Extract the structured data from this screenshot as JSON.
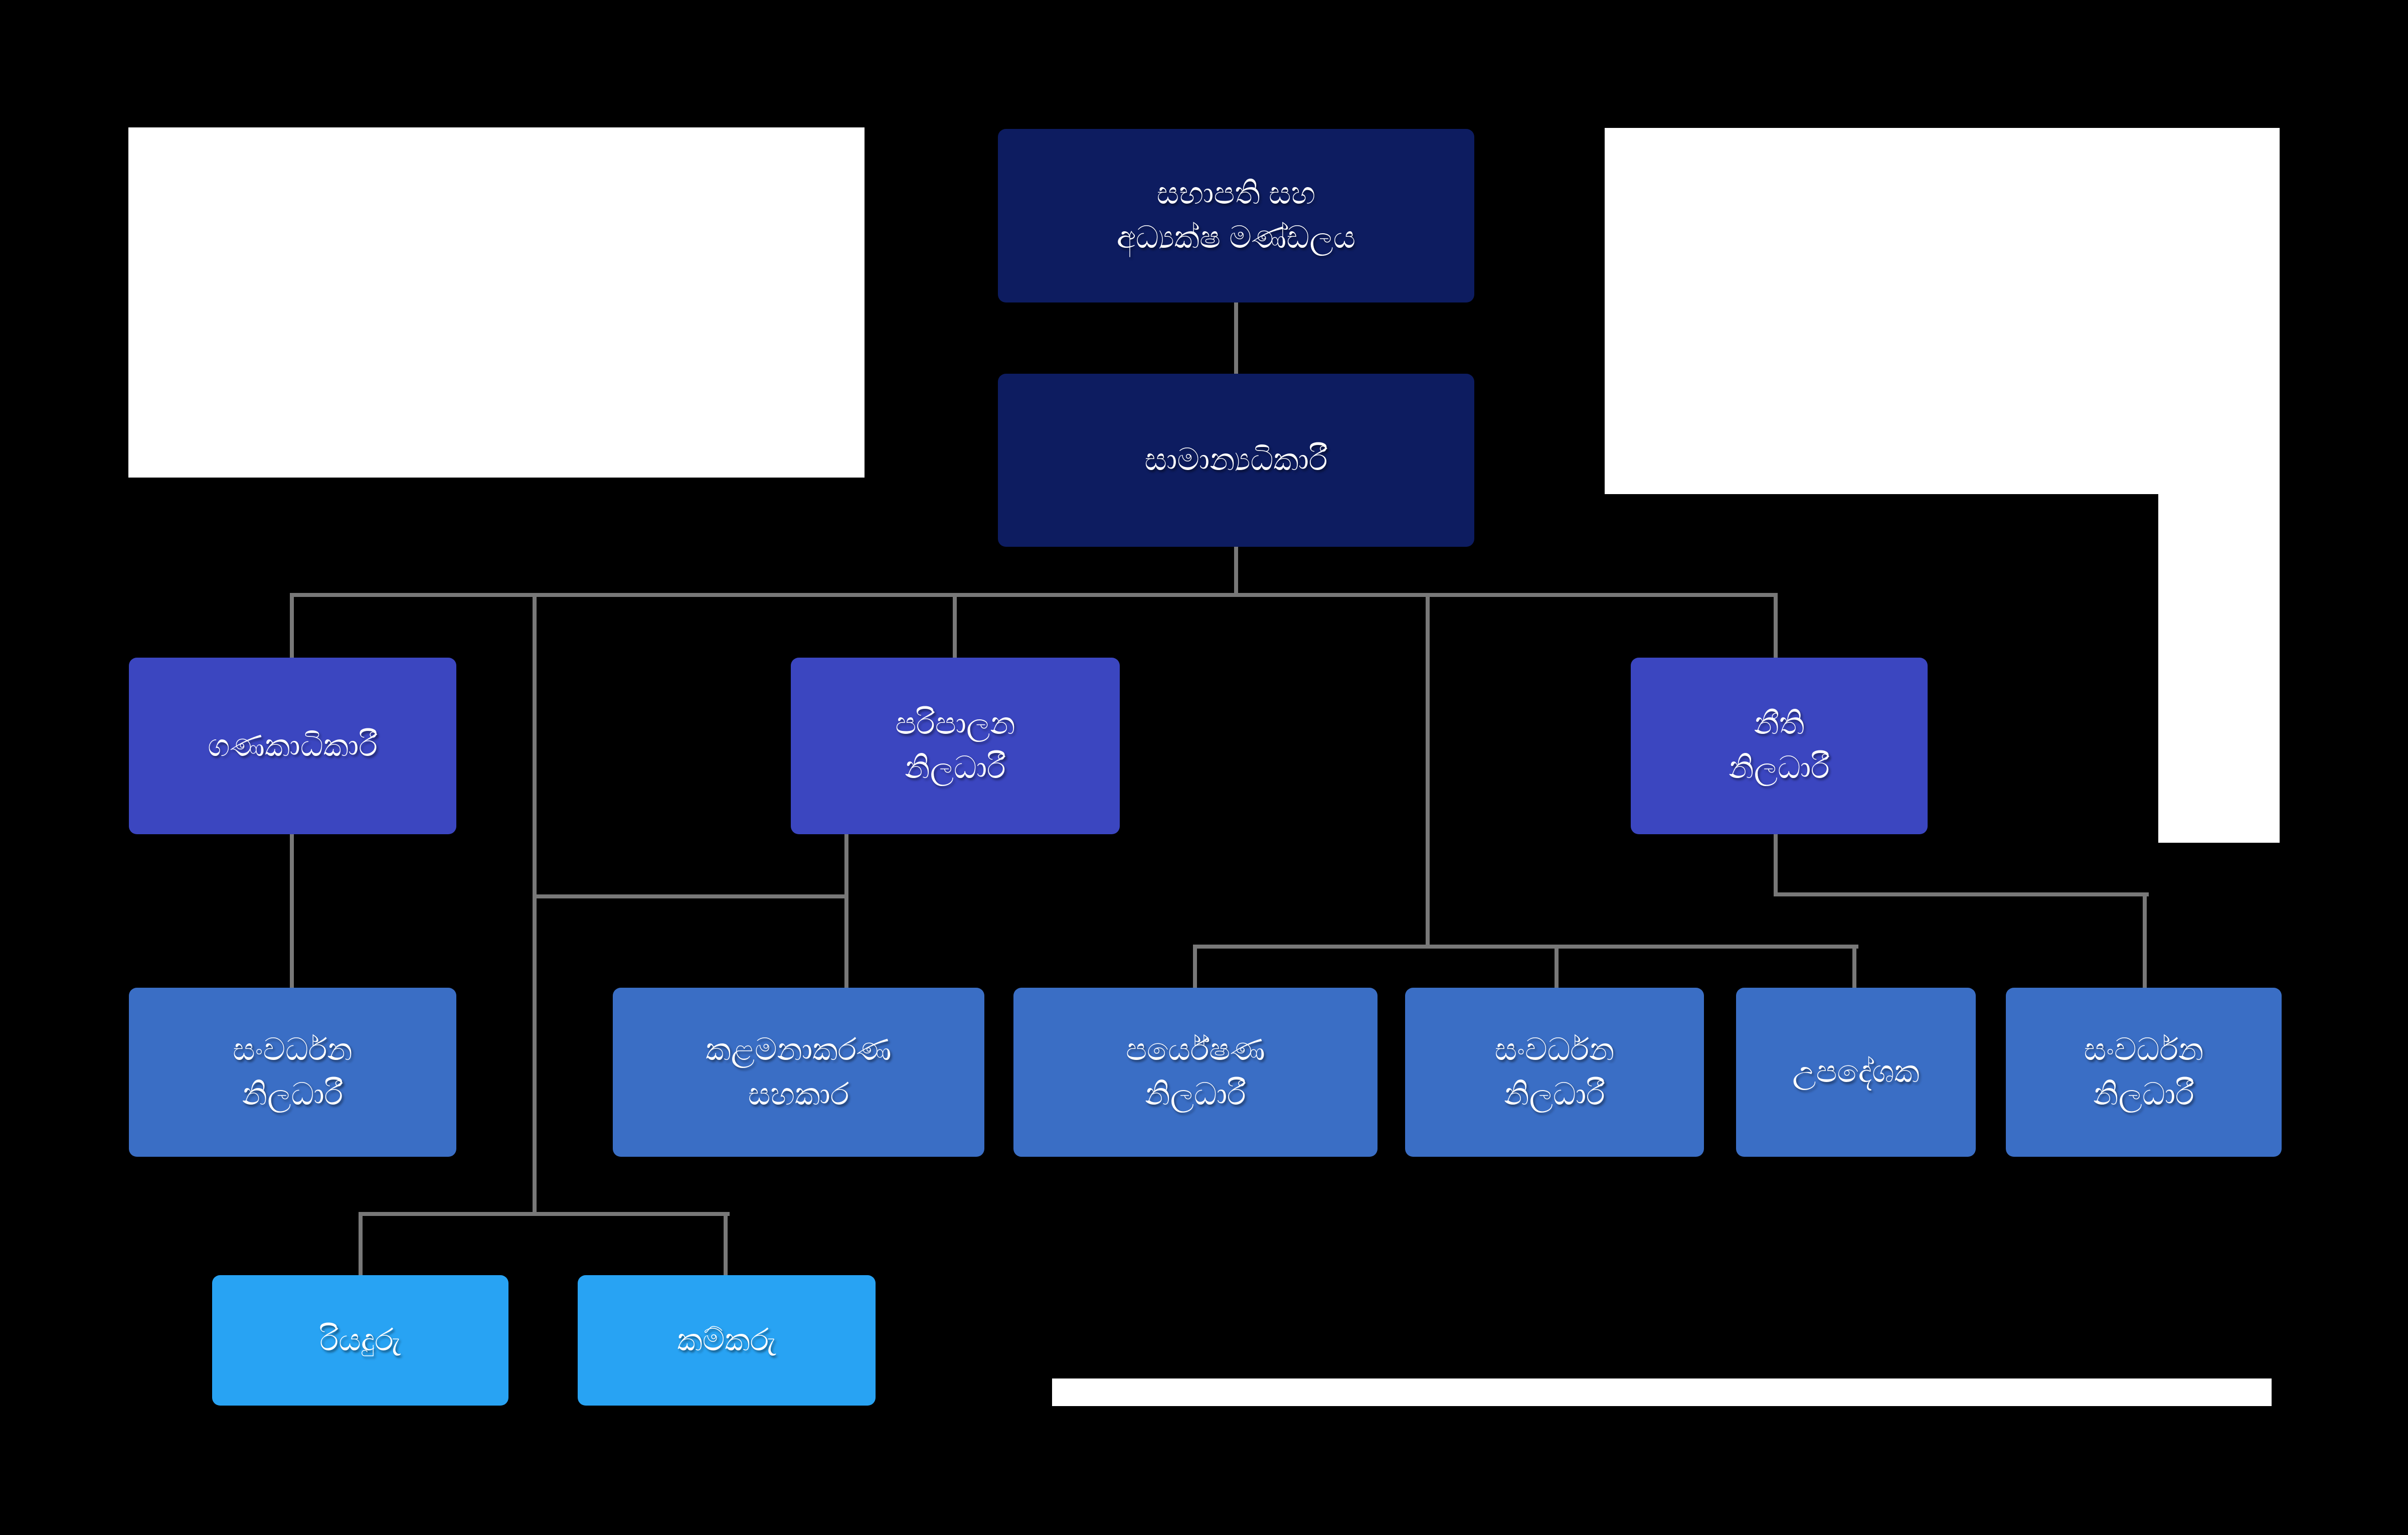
{
  "chart_title": "organization-structure-diagram",
  "colors": {
    "background": "#000000",
    "navy": "#0d1c60",
    "violet": "#3b46c0",
    "blue": "#3a6ec5",
    "lightblue": "#28a3f3",
    "line": "#787878",
    "text": "#ffffff",
    "panel": "#ffffff"
  },
  "nodes": [
    {
      "id": "chairman",
      "label": "සභාපති සහ\nඅධ්‍යක්ෂ මණ්ඩලය",
      "level": "navy"
    },
    {
      "id": "gm",
      "label": "සාමාන්‍යධිකාරී",
      "level": "navy"
    },
    {
      "id": "accountant",
      "label": "ගණකාධිකාරී",
      "level": "violet"
    },
    {
      "id": "admin",
      "label": "පරිපාලන\nනිලධාරී",
      "level": "violet"
    },
    {
      "id": "legal",
      "label": "නීති\nනිලධාරී",
      "level": "violet"
    },
    {
      "id": "dev1",
      "label": "සංවර්ධන\nනිලධාරී",
      "level": "blue"
    },
    {
      "id": "mgmt",
      "label": "කළමනාකරණ\nසහකාර",
      "level": "blue"
    },
    {
      "id": "research",
      "label": "පර්යේෂණ\nනිලධාරී",
      "level": "blue"
    },
    {
      "id": "dev2",
      "label": "සංවර්ධන\nනිලධාරී",
      "level": "blue"
    },
    {
      "id": "advisor",
      "label": "උපදේශක",
      "level": "blue"
    },
    {
      "id": "dev3",
      "label": "සංවර්ධන\nනිලධාරී",
      "level": "blue"
    },
    {
      "id": "driver",
      "label": "රියදුරු",
      "level": "lightblue"
    },
    {
      "id": "laborer",
      "label": "කම්කරු",
      "level": "lightblue"
    }
  ]
}
